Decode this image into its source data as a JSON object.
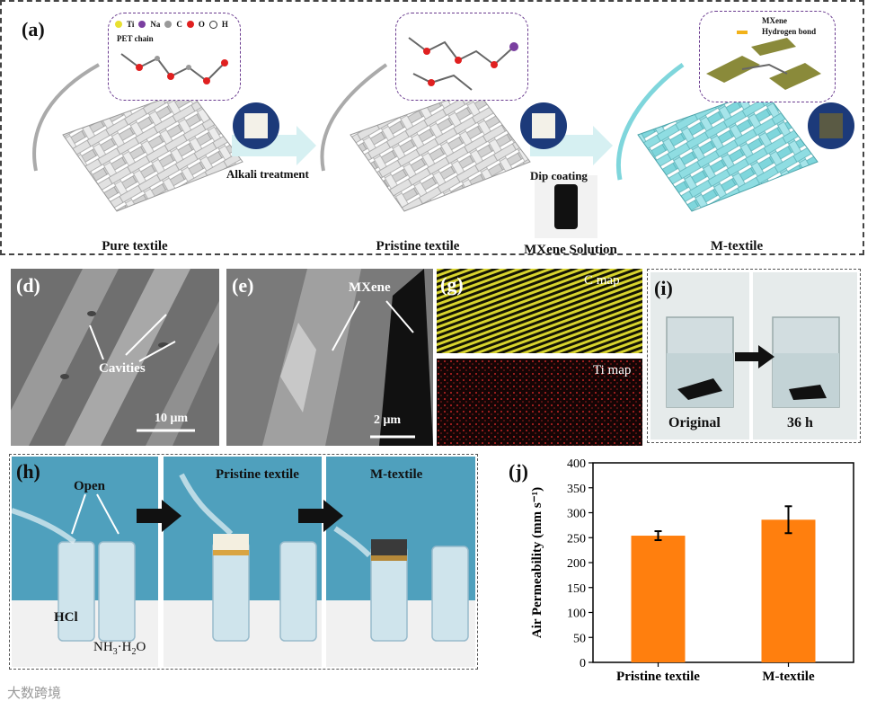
{
  "panel_a": {
    "label": "(a)",
    "legend": {
      "ti": "Ti",
      "na": "Na",
      "c": "C",
      "o": "O",
      "h": "H",
      "pet_chain": "PET chain"
    },
    "mxene_legend": {
      "mxene": "MXene",
      "hbond": "Hydrogen bond"
    },
    "step1": "Alkali treatment",
    "step2": "Dip coating",
    "captions": {
      "pure": "Pure textile",
      "pristine": "Pristine textile",
      "mxene_solution": "MXene Solution",
      "mtextile": "M-textile"
    }
  },
  "panel_d": {
    "label": "(d)",
    "annotation": "Cavities",
    "scale": "10 μm"
  },
  "panel_e": {
    "label": "(e)",
    "annotation": "MXene",
    "scale": "2 μm"
  },
  "panel_g": {
    "label": "(g)",
    "c_map": "C map",
    "ti_map": "Ti map"
  },
  "panel_i": {
    "label": "(i)",
    "original": "Original",
    "after": "36 h"
  },
  "panel_h": {
    "label": "(h)",
    "open": "Open",
    "hcl": "HCl",
    "nh3_main": "NH",
    "nh3_sub3": "3",
    "nh3_mid": "·H",
    "nh3_sub2": "2",
    "nh3_end": "O",
    "pristine": "Pristine textile",
    "mtextile": "M-textile"
  },
  "panel_j": {
    "label": "(j)"
  },
  "watermark": "大数跨境",
  "colors": {
    "bar": "#ff7f0e",
    "mtextile_fiber": "#7fd6dc",
    "c_map": "#e6e23a",
    "ti_map": "#d9322f"
  },
  "chart_data": {
    "type": "bar",
    "categories": [
      "Pristine textile",
      "M-textile"
    ],
    "values": [
      254,
      286
    ],
    "errors": [
      9,
      27
    ],
    "ylabel": "Air Permeability (mm s⁻¹)",
    "ylim": [
      0,
      400
    ],
    "yticks": [
      "0",
      "50",
      "100",
      "150",
      "200",
      "250",
      "300",
      "350",
      "400"
    ],
    "grid": false
  }
}
